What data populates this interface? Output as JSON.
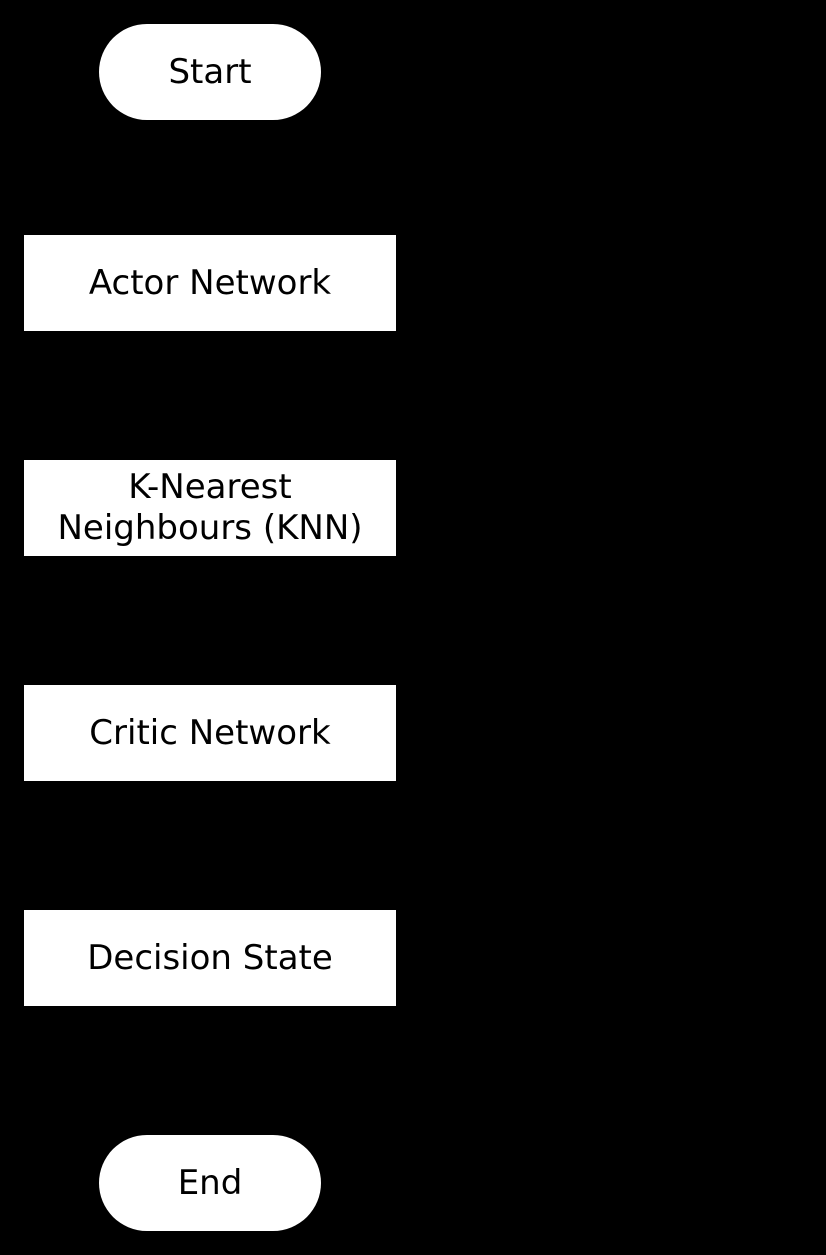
{
  "flowchart": {
    "nodes": [
      {
        "id": "start",
        "shape": "terminal",
        "lines": [
          "Start"
        ]
      },
      {
        "id": "actor",
        "shape": "process",
        "lines": [
          "Actor Network"
        ]
      },
      {
        "id": "knn",
        "shape": "process",
        "lines": [
          "K-Nearest",
          "Neighbours (KNN)"
        ]
      },
      {
        "id": "critic",
        "shape": "process",
        "lines": [
          "Critic Network"
        ]
      },
      {
        "id": "decision",
        "shape": "process",
        "lines": [
          "Decision State"
        ]
      },
      {
        "id": "end",
        "shape": "terminal",
        "lines": [
          "End"
        ]
      }
    ],
    "colors": {
      "background": "#000000",
      "node_fill": "#ffffff",
      "text": "#000000"
    }
  }
}
